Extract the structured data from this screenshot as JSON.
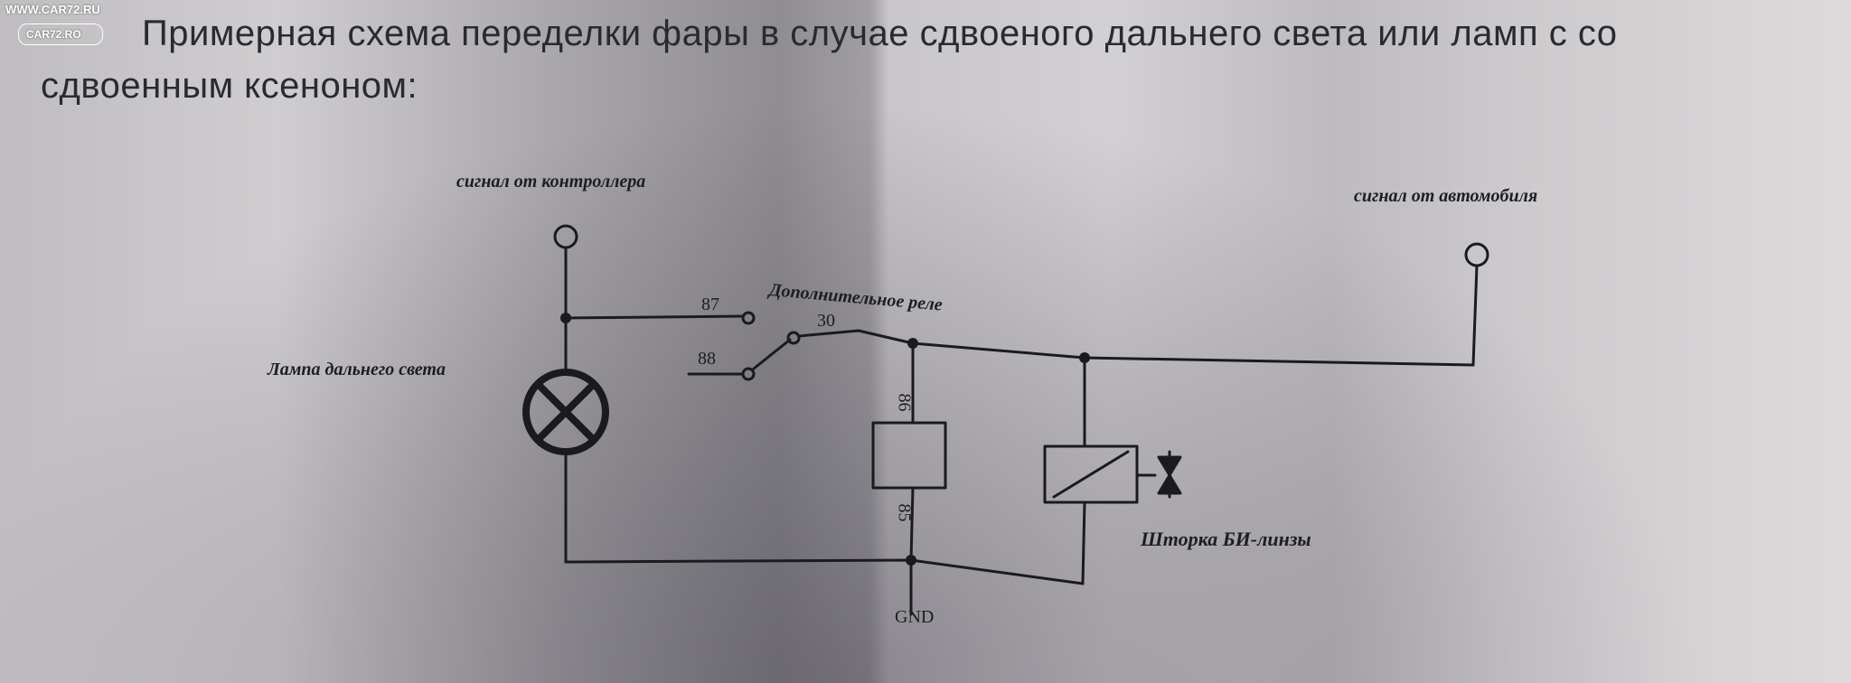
{
  "watermark": {
    "site": "WWW.CAR72.RU",
    "logo": "CAR72.RO"
  },
  "heading": {
    "line1": "Примерная схема переделки фары в случае сдвоеного дальнего света или ламп с со",
    "line2": "сдвоенным ксеноном:"
  },
  "labels": {
    "controller_signal": "сигнал от контроллера",
    "vehicle_signal": "сигнал от автомобиля",
    "extra_relay": "Дополнительное реле",
    "high_beam_lamp": "Лампа дальнего света",
    "bi_lens_shutter": "Шторка БИ-линзы",
    "gnd": "GND"
  },
  "pins": {
    "p87": "87",
    "p88": "88",
    "p30": "30",
    "p86": "86",
    "p85": "85"
  }
}
